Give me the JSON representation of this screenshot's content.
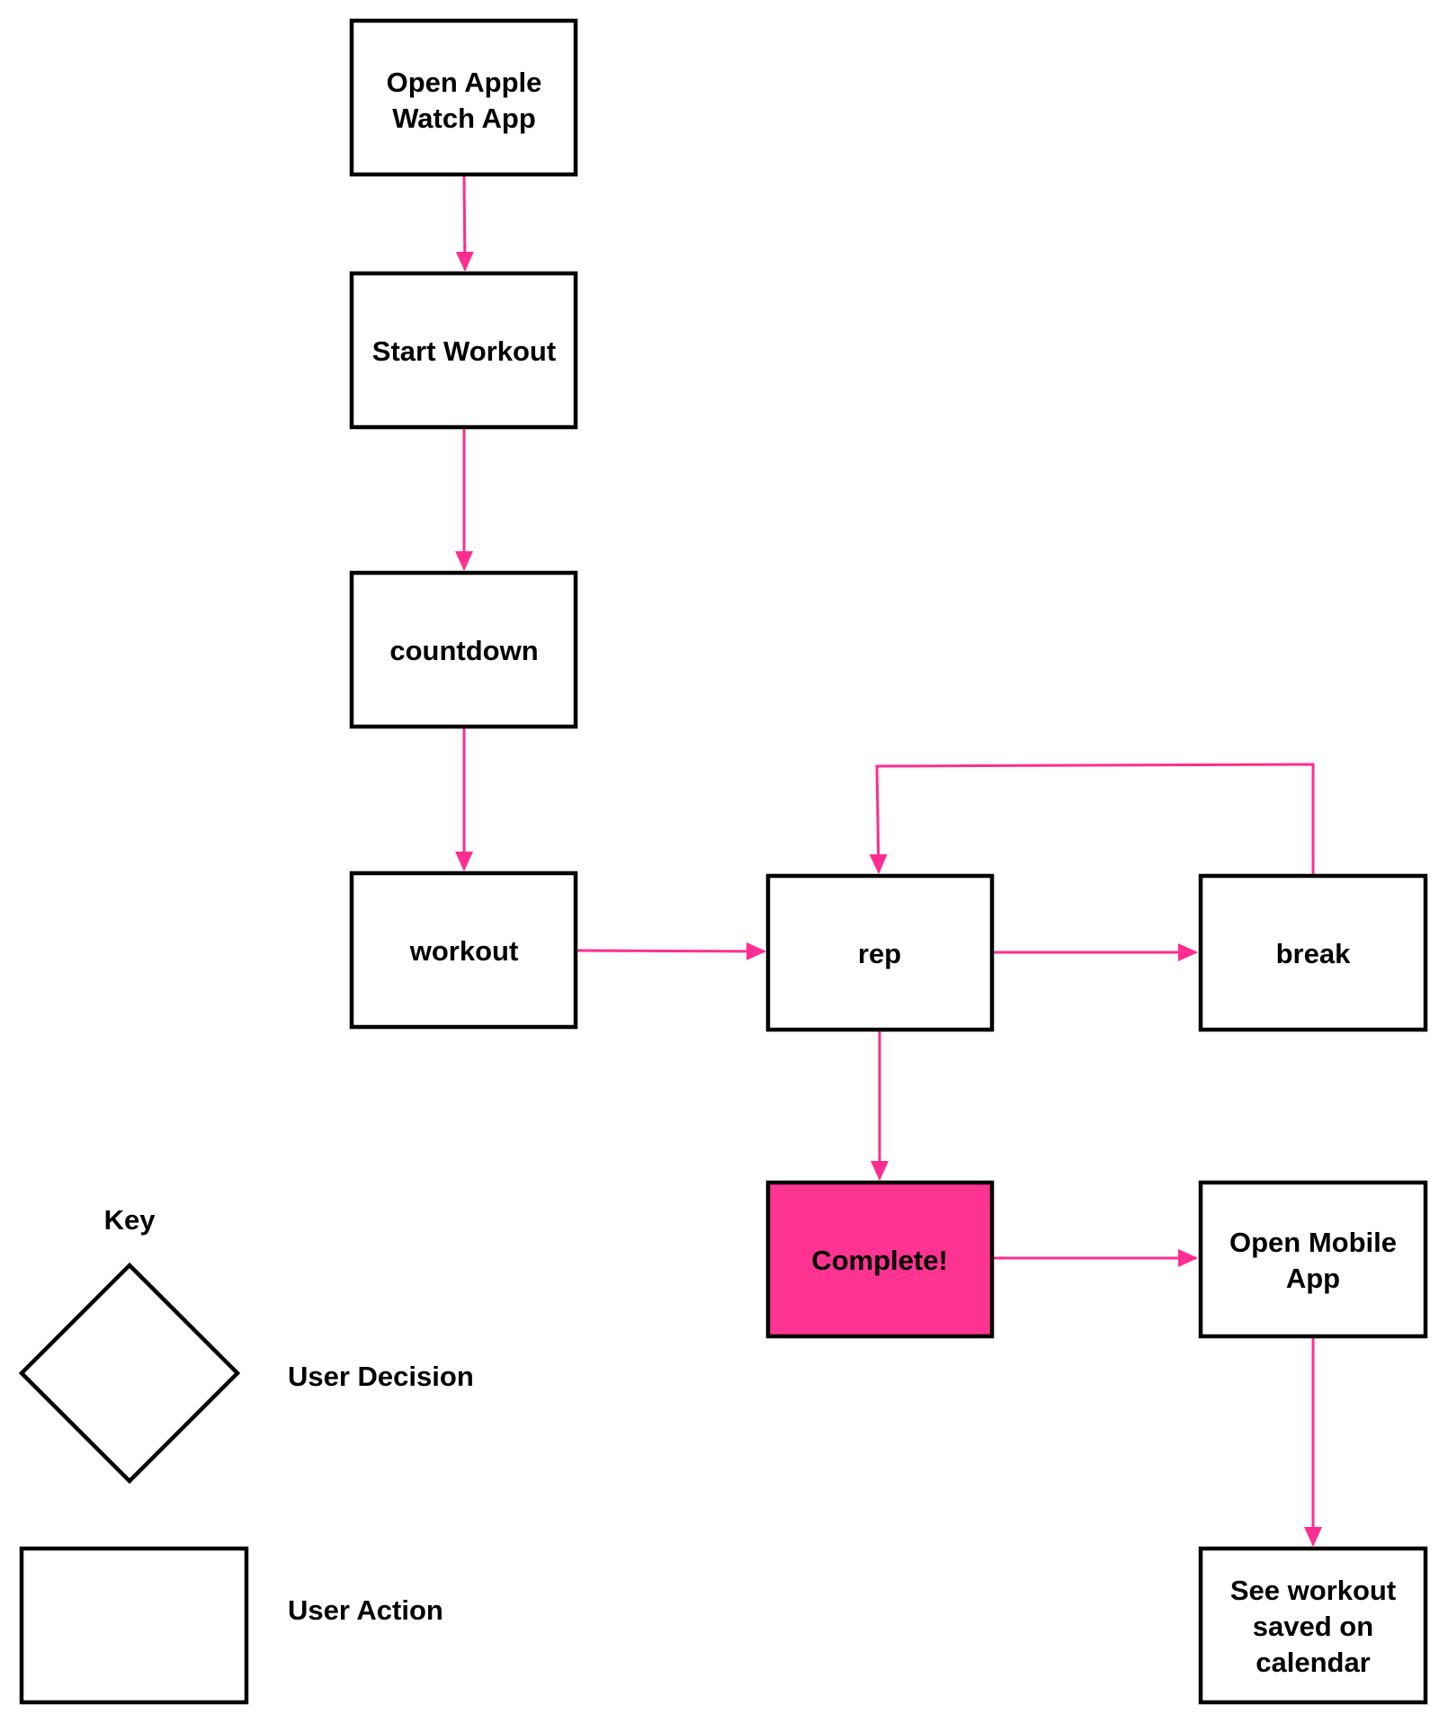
{
  "colors": {
    "arrow": "#ff2d8f",
    "complete_fill": "#ff3391",
    "stroke": "#000000"
  },
  "nodes": {
    "open_watch": [
      "Open Apple",
      "Watch App"
    ],
    "start_workout": [
      "Start Workout"
    ],
    "countdown": [
      "countdown"
    ],
    "workout": [
      "workout"
    ],
    "rep": [
      "rep"
    ],
    "break": [
      "break"
    ],
    "complete": [
      "Complete!"
    ],
    "open_mobile": [
      "Open Mobile",
      "App"
    ],
    "see_workout": [
      "See workout",
      "saved on",
      "calendar"
    ]
  },
  "key": {
    "title": "Key",
    "decision_label": "User Decision",
    "action_label": "User Action"
  }
}
